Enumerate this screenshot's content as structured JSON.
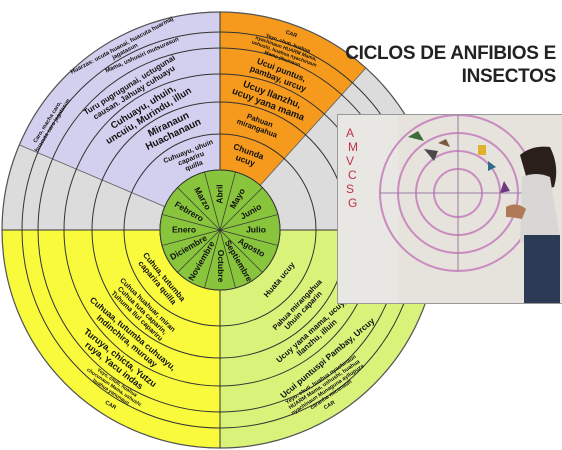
{
  "title": {
    "line1": "CICLOS  DE ANFIBIOS E",
    "line2": "INSECTOS"
  },
  "colors": {
    "purple": "#d3cfee",
    "orange": "#f59a1c",
    "green": "#d9f27a",
    "yellow": "#fafa3c",
    "gray": "#dcdcdc",
    "center": "#88c43c"
  },
  "months": [
    "Enero",
    "Febrero",
    "Marzo",
    "Abril",
    "Mayo",
    "Junio",
    "Julio",
    "Agosto",
    "Septiembre",
    "Octubre",
    "Noviembre",
    "Diciembre"
  ],
  "purple_section": {
    "outer_text_1": "Huarzas: ucuta huanai, huacuta huarmaj jagatasun",
    "outer_text_2": "Mama, ushusiri mutsurasun",
    "side_text": "Caro, macha caro, huacuta caro jagatasun",
    "ring1": "Turu pugrugunai, uctugunai causan. Jahuay cuhuayu",
    "ring2": "Cuhuayu, uhuin, uncuiu, Murindu, illun",
    "ring3": "Miranaun Huachanaun",
    "ring4": "Cuhuayu, uhuin capariru quilla"
  },
  "orange_section": {
    "outer_title": "CAR",
    "outer_text": "Yeyo, chuti, huahua nyachinaun HUARM Mama, ushushi, huahua nyachinaun Mama jihuinaun",
    "ring1": "Ucui puntus, pambay, urcuy",
    "ring2": "Ucuy llanzhu, ucuy yana mama",
    "ring3": "Pahuan mirangahua",
    "ring4": "Chunda ucuy"
  },
  "green_section": {
    "outer_title": "CAR",
    "outer_text": "Yeyo, chuti, huahua nyachinaun HUARM Mama, ushushi, huahua nyachinaun Munaguna ayllupuza caranha micunaun",
    "ring1": "Ucui puntuspi Pambay, Urcuy",
    "ring2": "Ucuy yana mama, ucuy, llanzhu, illuin",
    "ring3": "Pahua mirangahua Uhuin caparin",
    "ring4": "Huata ucuy"
  },
  "yellow_section": {
    "outer_title": "CAR",
    "outer_text": "Yeyo, chuti, huahua chucunaun Mama, ushushi huahua yanunaun",
    "ring1": "Turuya, chicta, Yutzu ruya, Yacu indas",
    "ring2": "Cuhuaa, tutumba cuhuayu, Indinchira, muruay",
    "ring3": "Cuhua huahuar, miran Cuhua tuta caparin, Tuhuma llul capariru",
    "ring4": "Cuhua, tutumba caparira quilla"
  },
  "photo": {
    "wall_letters": "A\nM\nV\nC\nS\nG"
  }
}
